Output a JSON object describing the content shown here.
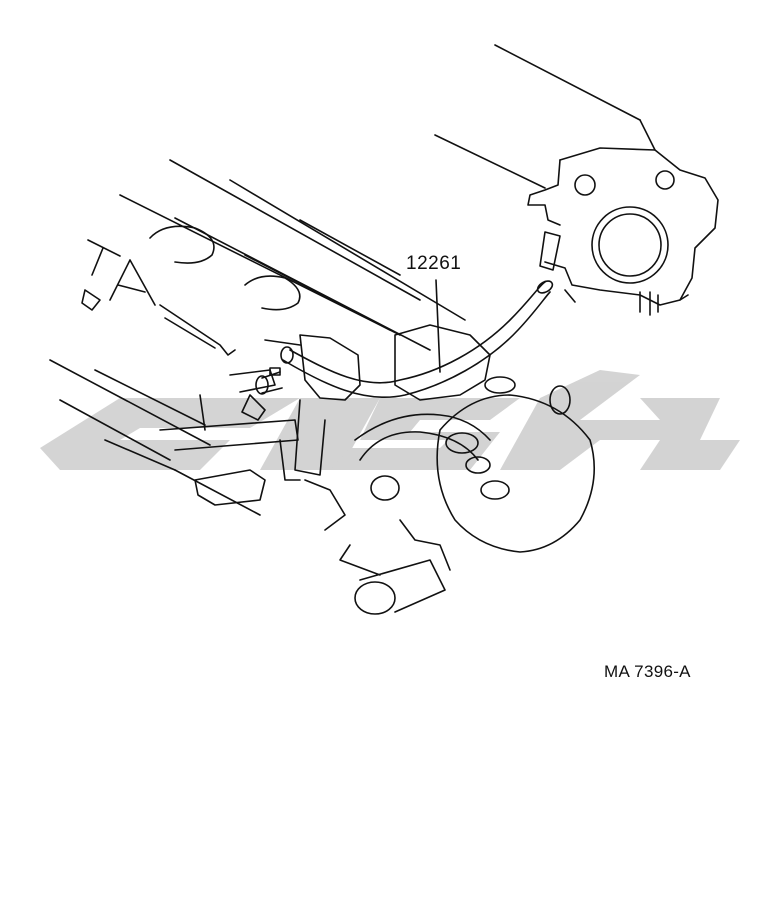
{
  "diagram": {
    "callouts": [
      {
        "id": "hose",
        "part_number": "12261"
      }
    ],
    "reference_code": "MA 7396-A"
  },
  "colors": {
    "line": "#111111",
    "watermark": "#cfcfcf",
    "background": "#ffffff"
  }
}
